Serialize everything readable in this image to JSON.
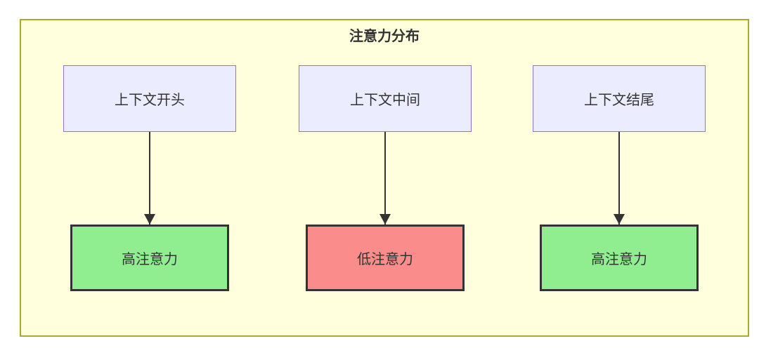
{
  "diagram": {
    "title": "注意力分布",
    "columns": [
      {
        "source": "上下文开头",
        "target": "高注意力",
        "target_type": "high"
      },
      {
        "source": "上下文中间",
        "target": "低注意力",
        "target_type": "low"
      },
      {
        "source": "上下文结尾",
        "target": "高注意力",
        "target_type": "high"
      }
    ],
    "colors": {
      "container_fill": "#ffffde",
      "container_border": "#aaaa33",
      "source_fill": "#ececff",
      "source_border": "#9370db",
      "high_attention_fill": "#90ee90",
      "low_attention_fill": "#fa8c8c",
      "target_border": "#333333",
      "arrow": "#333333",
      "text": "#333333"
    }
  }
}
